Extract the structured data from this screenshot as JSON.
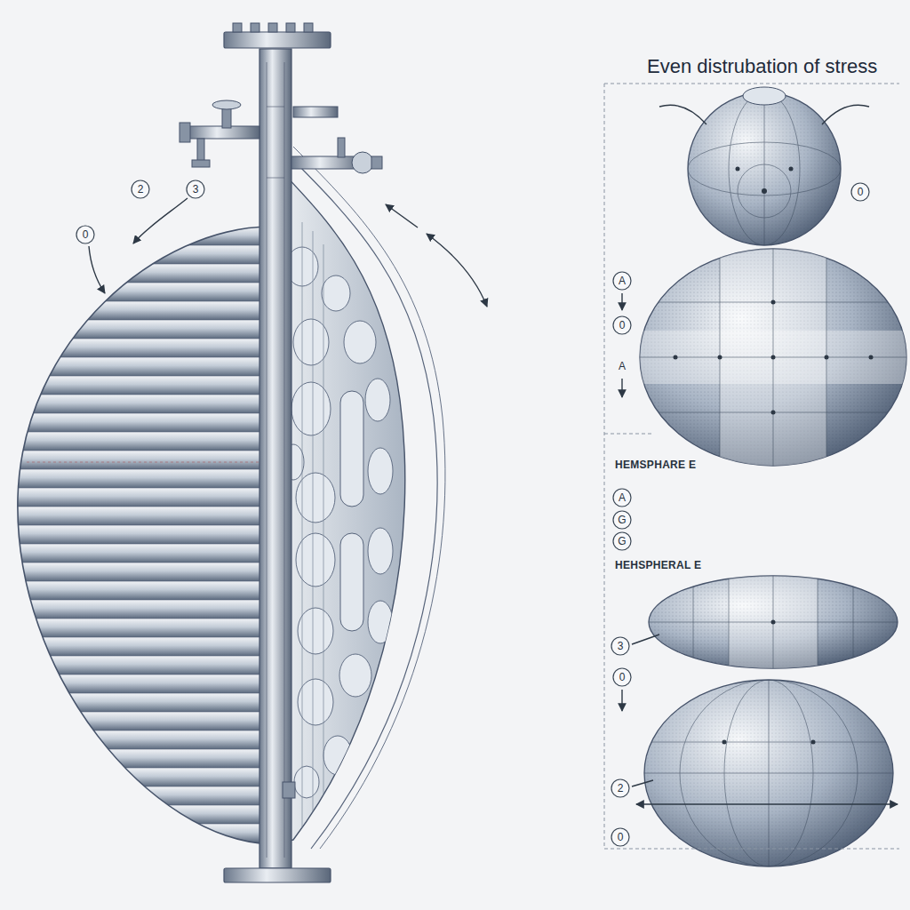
{
  "diagram": {
    "title": "Even distrubation of stress",
    "labels": [
      "2",
      "3",
      "0",
      "0",
      "A",
      "0",
      "A",
      "HEMSPHARE E",
      "A",
      "G",
      "G",
      "HEHSPHERAL E",
      "3",
      "0",
      "2",
      "0"
    ]
  }
}
